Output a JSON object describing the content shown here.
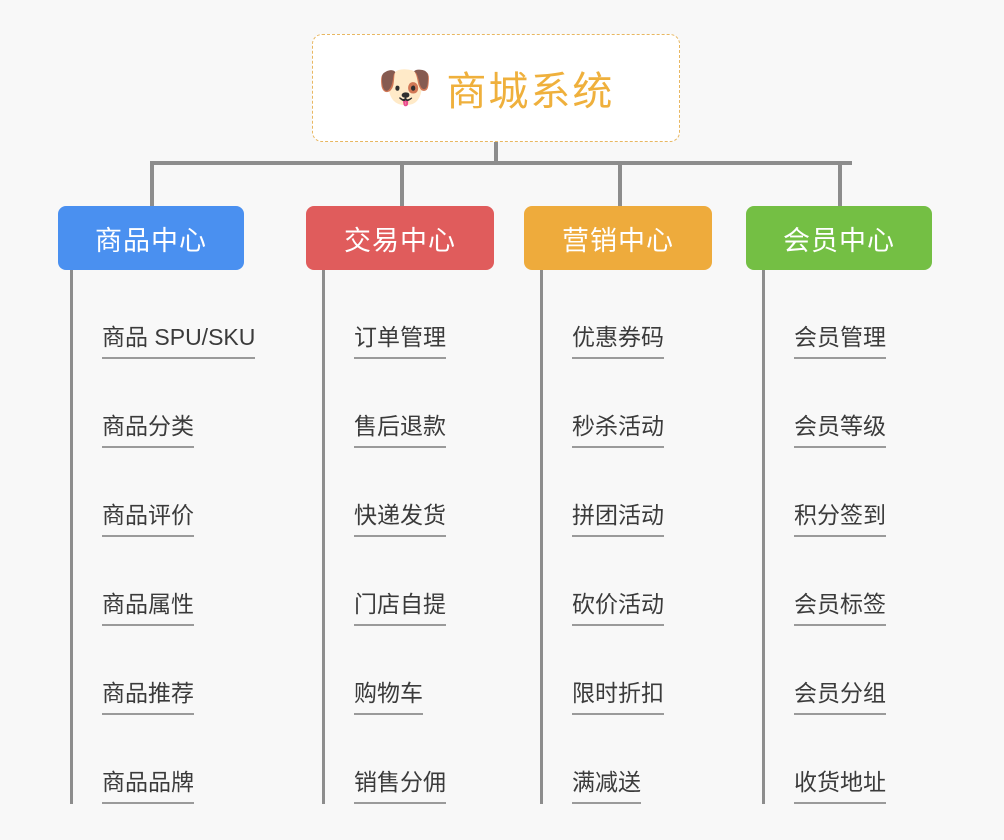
{
  "diagram": {
    "title": "商城系统",
    "type": "mind-map",
    "background_color": "#f8f8f8"
  },
  "root": {
    "label": "商城系统",
    "emoji": "🐶",
    "emoji_name": "shiba-dog-face",
    "text_color": "#efb03c",
    "border_color": "#e8b761",
    "background_color": "#ffffff"
  },
  "connector_color": "#8d8d8d",
  "categories": [
    {
      "label": "商品中心",
      "color": "#4a90f0",
      "items": [
        "商品 SPU/SKU",
        "商品分类",
        "商品评价",
        "商品属性",
        "商品推荐",
        "商品品牌"
      ]
    },
    {
      "label": "交易中心",
      "color": "#e05c5c",
      "items": [
        "订单管理",
        "售后退款",
        "快递发货",
        "门店自提",
        "购物车",
        "销售分佣"
      ]
    },
    {
      "label": "营销中心",
      "color": "#eeab3c",
      "items": [
        "优惠券码",
        "秒杀活动",
        "拼团活动",
        "砍价活动",
        "限时折扣",
        "满减送"
      ]
    },
    {
      "label": "会员中心",
      "color": "#74bf44",
      "items": [
        "会员管理",
        "会员等级",
        "积分签到",
        "会员标签",
        "会员分组",
        "收货地址"
      ]
    }
  ]
}
